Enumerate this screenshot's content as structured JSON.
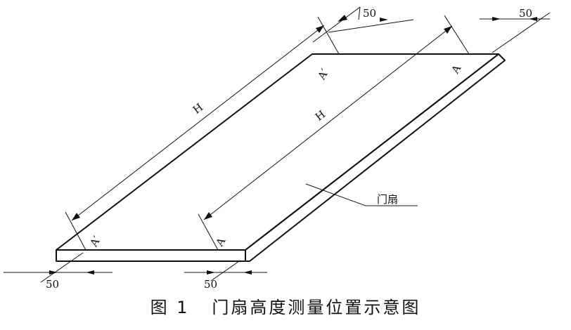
{
  "figure": {
    "caption": "图 1   门扇高度测量位置示意图",
    "labels": {
      "dim_50_top_left": "50",
      "dim_50_top_right": "50",
      "dim_50_bottom_left": "50",
      "dim_50_bottom_right": "50",
      "height_left": "H",
      "height_right": "H",
      "point_a_prime_top": "A′",
      "point_a_top": "A",
      "point_a_prime_bottom": "A′",
      "point_a_bottom": "A",
      "door_leaf": "门扇"
    }
  }
}
